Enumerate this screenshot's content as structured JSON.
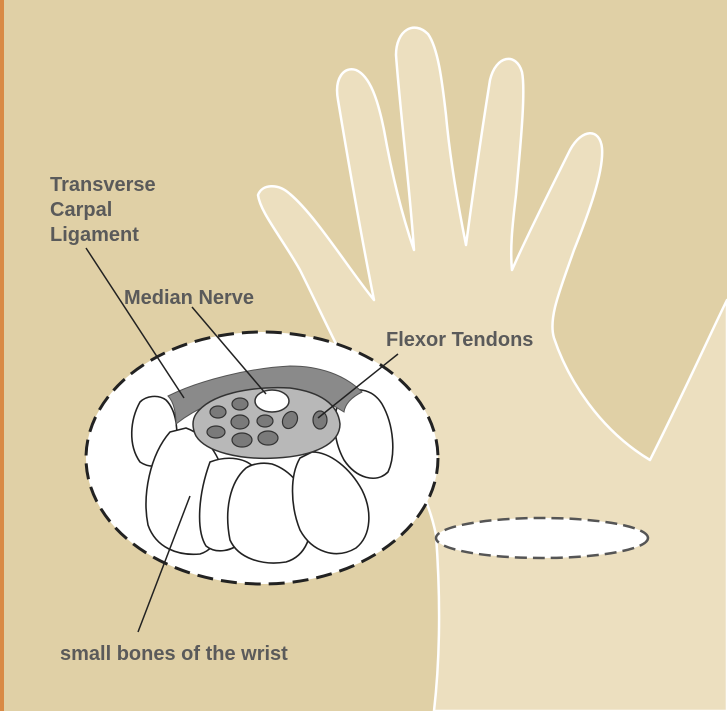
{
  "colors": {
    "background": "#e0d0a6",
    "hand_fill": "#ecdfbf",
    "left_border": "#d98a45",
    "ligament": "#8a8a8a",
    "nerve_sheath": "#b8b8b8",
    "tendon": "#7a7a7a",
    "label_text": "#5a5a5a"
  },
  "labels": {
    "ligament_line1": "Transverse",
    "ligament_line2": "Carpal",
    "ligament_line3": "Ligament",
    "median_nerve": "Median Nerve",
    "flexor_tendons": "Flexor Tendons",
    "small_bones": "small bones of the wrist"
  },
  "icons": {
    "hand": "hand-outline-icon",
    "wrist_cross_section": "wrist-cross-section-icon"
  }
}
